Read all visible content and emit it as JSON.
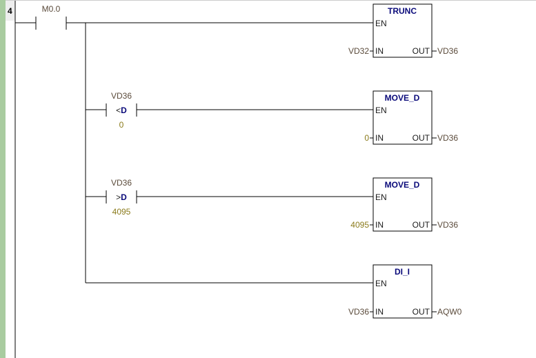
{
  "network": {
    "number": "4"
  },
  "colors": {
    "rail": "#a9cca0",
    "wire": "#000000",
    "block_title": "#0a0a7a",
    "operand": "#5a4a3a",
    "constant": "#8a7a1a"
  },
  "contact": {
    "operand": "M0.0"
  },
  "compare1": {
    "operand": "VD36",
    "op_symbol": "<",
    "op_type": "D",
    "value": "0"
  },
  "compare2": {
    "operand": "VD36",
    "op_symbol": ">",
    "op_type": "D",
    "value": "4095"
  },
  "blocks": [
    {
      "title": "TRUNC",
      "en": "EN",
      "in_pin": "IN",
      "out_pin": "OUT",
      "in_value": "VD32",
      "out_value": "VD36"
    },
    {
      "title": "MOVE_D",
      "en": "EN",
      "in_pin": "IN",
      "out_pin": "OUT",
      "in_value": "0",
      "out_value": "VD36"
    },
    {
      "title": "MOVE_D",
      "en": "EN",
      "in_pin": "IN",
      "out_pin": "OUT",
      "in_value": "4095",
      "out_value": "VD36"
    },
    {
      "title": "DI_I",
      "en": "EN",
      "in_pin": "IN",
      "out_pin": "OUT",
      "in_value": "VD36",
      "out_value": "AQW0"
    }
  ]
}
